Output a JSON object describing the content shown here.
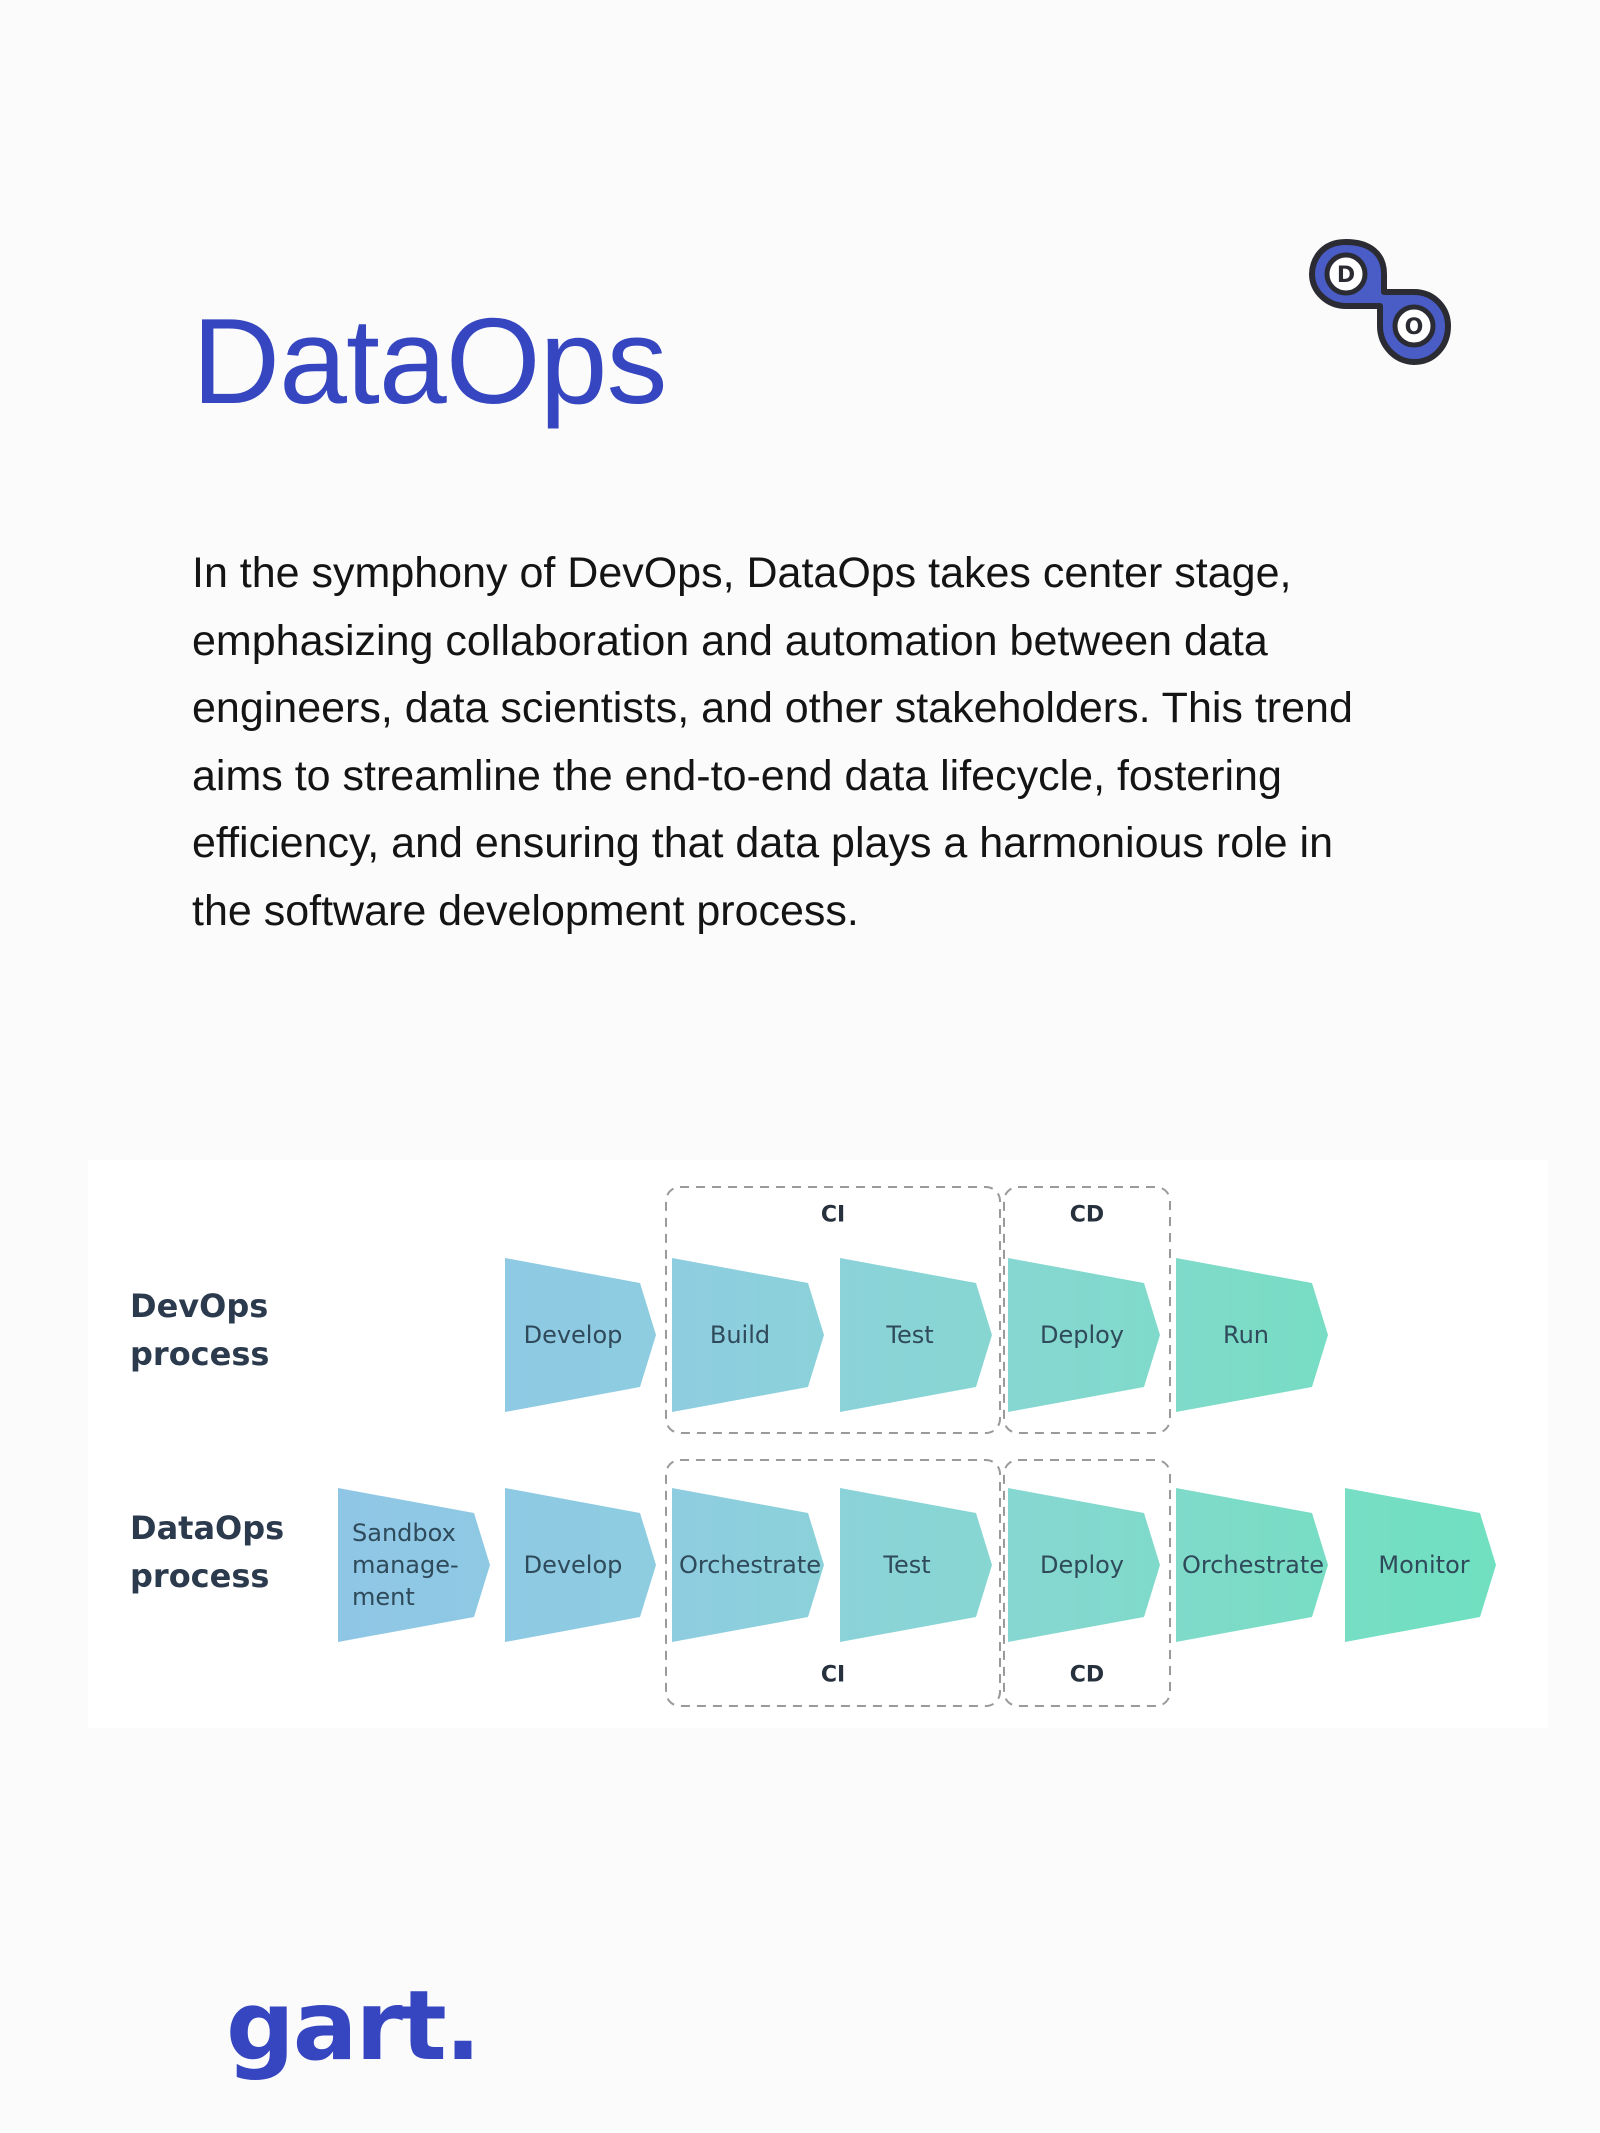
{
  "title": "DataOps",
  "logo_icon": {
    "name": "devops-infinity-icon",
    "letters": [
      "D",
      "O"
    ],
    "color": "#4a5cc5",
    "outline": "#2b2b33"
  },
  "intro": {
    "lines": [
      "In the symphony of DevOps, DataOps takes center stage,",
      "emphasizing collaboration and automation between data",
      "engineers, data scientists, and other stakeholders. This trend",
      "aims to streamline the end-to-end data lifecycle, fostering",
      "efficiency, and ensuring that data plays a harmonious role in",
      "the software development process."
    ]
  },
  "diagram": {
    "rows": [
      {
        "label_line1": "DevOps",
        "label_line2": "process",
        "stages": [
          "Develop",
          "Build",
          "Test",
          "Deploy",
          "Run"
        ],
        "groups": [
          {
            "label": "CI",
            "stages": [
              "Build",
              "Test"
            ],
            "position": "top"
          },
          {
            "label": "CD",
            "stages": [
              "Deploy"
            ],
            "position": "top"
          }
        ]
      },
      {
        "label_line1": "DataOps",
        "label_line2": "process",
        "stages": [
          "Sandbox manage- ment",
          "Develop",
          "Orchestrate",
          "Test",
          "Deploy",
          "Orchestrate",
          "Monitor"
        ],
        "groups": [
          {
            "label": "CI",
            "stages": [
              "Orchestrate",
              "Test"
            ],
            "position": "bottom"
          },
          {
            "label": "CD",
            "stages": [
              "Deploy"
            ],
            "position": "bottom"
          }
        ]
      }
    ],
    "colors": {
      "gradient": [
        "#8fc6e6",
        "#8fd3dc",
        "#86d9cc",
        "#79dcc3",
        "#6fe0c0"
      ],
      "text": "#2f4a5a",
      "dash": "#9a9a9a"
    }
  },
  "footer": {
    "brand": "gart."
  },
  "colors": {
    "brand": "#3546c0",
    "body_text": "#141414",
    "background": "#fbfbfb"
  }
}
